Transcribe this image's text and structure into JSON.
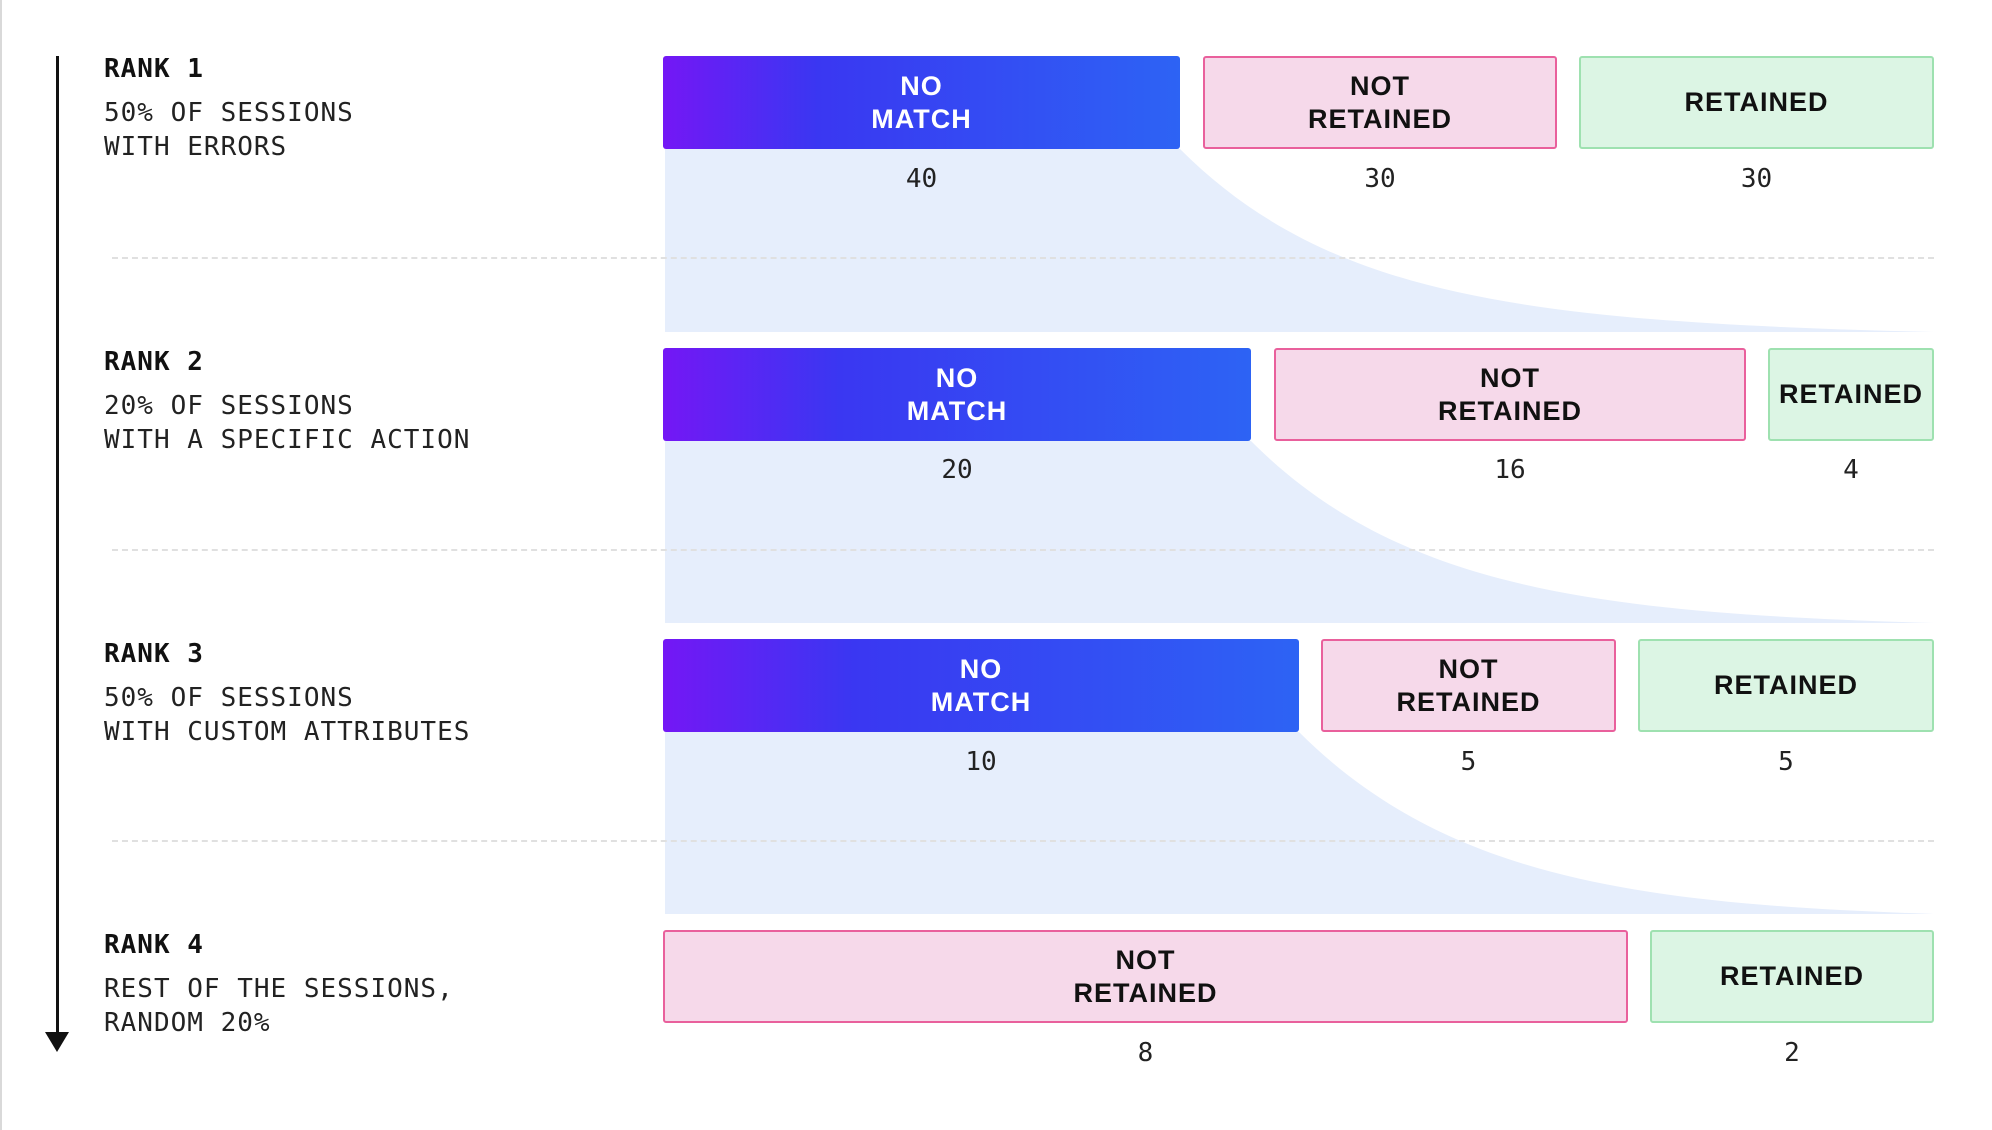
{
  "ranks": [
    {
      "title": "RANK 1",
      "desc_lines": [
        "50% OF SESSIONS",
        "WITH ERRORS"
      ],
      "segments": [
        {
          "kind": "nomatch",
          "label": "NO\nMATCH",
          "count": "40"
        },
        {
          "kind": "notretained",
          "label": "NOT\nRETAINED",
          "count": "30"
        },
        {
          "kind": "retained",
          "label": "RETAINED",
          "count": "30"
        }
      ]
    },
    {
      "title": "RANK 2",
      "desc_lines": [
        "20% OF SESSIONS",
        "WITH A SPECIFIC ACTION"
      ],
      "segments": [
        {
          "kind": "nomatch",
          "label": "NO\nMATCH",
          "count": "20"
        },
        {
          "kind": "notretained",
          "label": "NOT\nRETAINED",
          "count": "16"
        },
        {
          "kind": "retained",
          "label": "RETAINED",
          "count": "4"
        }
      ]
    },
    {
      "title": "RANK 3",
      "desc_lines": [
        "50% OF SESSIONS",
        "WITH CUSTOM ATTRIBUTES"
      ],
      "segments": [
        {
          "kind": "nomatch",
          "label": "NO\nMATCH",
          "count": "10"
        },
        {
          "kind": "notretained",
          "label": "NOT\nRETAINED",
          "count": "5"
        },
        {
          "kind": "retained",
          "label": "RETAINED",
          "count": "5"
        }
      ]
    },
    {
      "title": "RANK 4",
      "desc_lines": [
        "REST OF THE SESSIONS,",
        "RANDOM 20%"
      ],
      "segments": [
        {
          "kind": "notretained",
          "label": "NOT\nRETAINED",
          "count": "8"
        },
        {
          "kind": "retained",
          "label": "RETAINED",
          "count": "2"
        }
      ]
    }
  ],
  "colors": {
    "nomatch_start": "#7417f5",
    "nomatch_end": "#2d63f4",
    "notretained_fill": "#f6d9ea",
    "notretained_border": "#e9609c",
    "retained_fill": "#dcf5e4",
    "retained_border": "#9ee1b0",
    "funnel_fill": "#e6eefc"
  }
}
